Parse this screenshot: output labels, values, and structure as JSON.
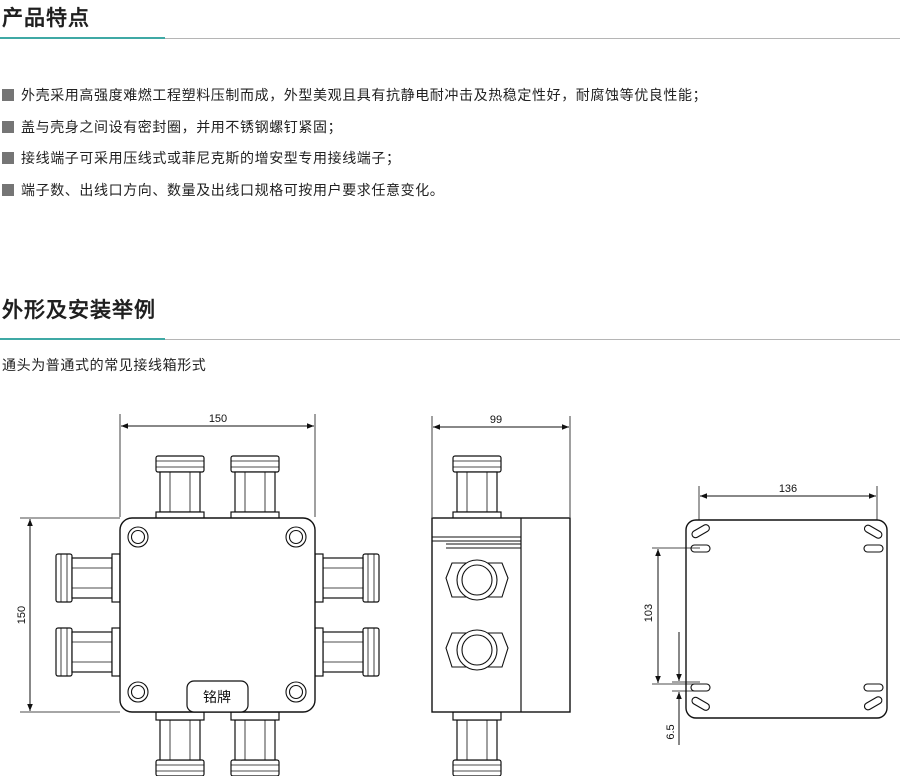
{
  "sections": {
    "features": {
      "title": "产品特点",
      "items": [
        "外壳采用高强度难燃工程塑料压制而成，外型美观且具有抗静电耐冲击及热稳定性好，耐腐蚀等优良性能；",
        "盖与壳身之间设有密封圈，并用不锈钢螺钉紧固；",
        "接线端子可采用压线式或菲尼克斯的增安型专用接线端子；",
        "端子数、出线口方向、数量及出线口规格可按用户要求任意变化。"
      ]
    },
    "installation": {
      "title": "外形及安装举例",
      "caption": "通头为普通式的常见接线箱形式"
    }
  },
  "drawing": {
    "front": {
      "width_label": "150",
      "height_label": "150",
      "nameplate": "铭牌"
    },
    "side": {
      "width_label": "99"
    },
    "mounting": {
      "width_label": "136",
      "height_label": "103",
      "slot_label": "6.5"
    }
  },
  "colors": {
    "accent": "#3fa9a5",
    "bullet": "#757575",
    "rule": "#b5b5b5"
  }
}
